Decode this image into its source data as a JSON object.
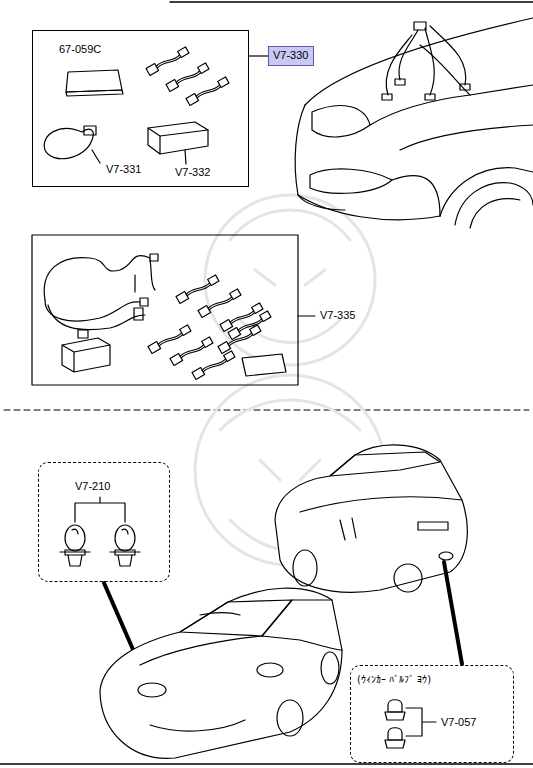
{
  "diagram": {
    "nodes": [
      {
        "text": [
          "67-059C",
          "V7-331",
          "V7-332"
        ]
      },
      {
        "text": [
          "V7-330"
        ]
      },
      {
        "text": [
          "V7-210"
        ]
      },
      {
        "text": [
          "(ｳｨﾝｶｰ ﾊﾞﾙﾌﾞ ﾖｳ)",
          "V7-057"
        ]
      }
    ],
    "edges": [
      {
        "from": 1,
        "to": 0,
        "arrow": "none"
      }
    ],
    "labels": [
      "V7-335"
    ]
  }
}
